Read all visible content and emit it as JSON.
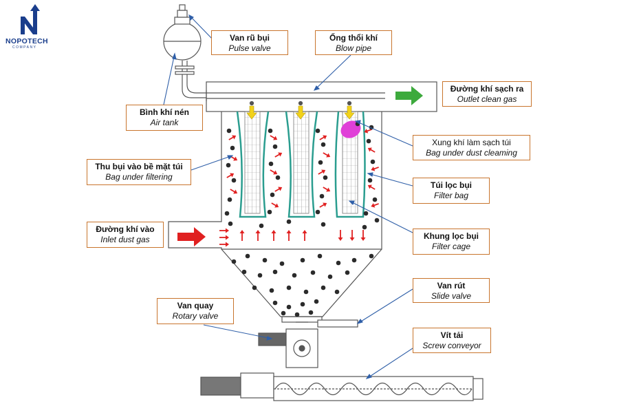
{
  "logo": {
    "brand": "NOPOTECH",
    "sub": "COMPANY"
  },
  "labels": {
    "pulse_valve": {
      "vi": "Van rũ bụi",
      "en": "Pulse valve"
    },
    "blow_pipe": {
      "vi": "Ống thổi khí",
      "en": "Blow pipe"
    },
    "outlet": {
      "vi": "Đường khí sạch ra",
      "en": "Outlet clean gas"
    },
    "air_tank": {
      "vi": "Bình khí nén",
      "en": "Air tank"
    },
    "bag_cleaning": {
      "vi": "Xung khí làm sạch túi",
      "en": "Bag under dust cleaming"
    },
    "bag_filtering": {
      "vi": "Thu bụi vào bề mặt túi",
      "en": "Bag under filtering"
    },
    "filter_bag": {
      "vi": "Túi lọc bụi",
      "en": "Filter bag"
    },
    "inlet": {
      "vi": "Đường khí vào",
      "en": "Inlet dust gas"
    },
    "filter_cage": {
      "vi": "Khung lọc bụi",
      "en": "Filter cage"
    },
    "slide_valve": {
      "vi": "Van rút",
      "en": "Slide valve"
    },
    "rotary_valve": {
      "vi": "Van quay",
      "en": "Rotary valve"
    },
    "screw_conveyor": {
      "vi": "Vít tải",
      "en": "Screw conveyor"
    }
  },
  "colors": {
    "callout_border": "#c8742c",
    "leader_line": "#2f5fa8",
    "equipment_line": "#555555",
    "bag_outline": "#2a9d8f",
    "airflow_arrow": "#e02020",
    "clean_gas_arrow": "#3daa3d",
    "pulse_arrow": "#f2d21a",
    "pulse_cloud": "#e040d8",
    "dust_particle": "#2b2b2b"
  },
  "icons": [
    "dust-particle",
    "airflow-arrow",
    "pulse-arrow",
    "clean-gas-arrow",
    "inlet-arrow"
  ]
}
